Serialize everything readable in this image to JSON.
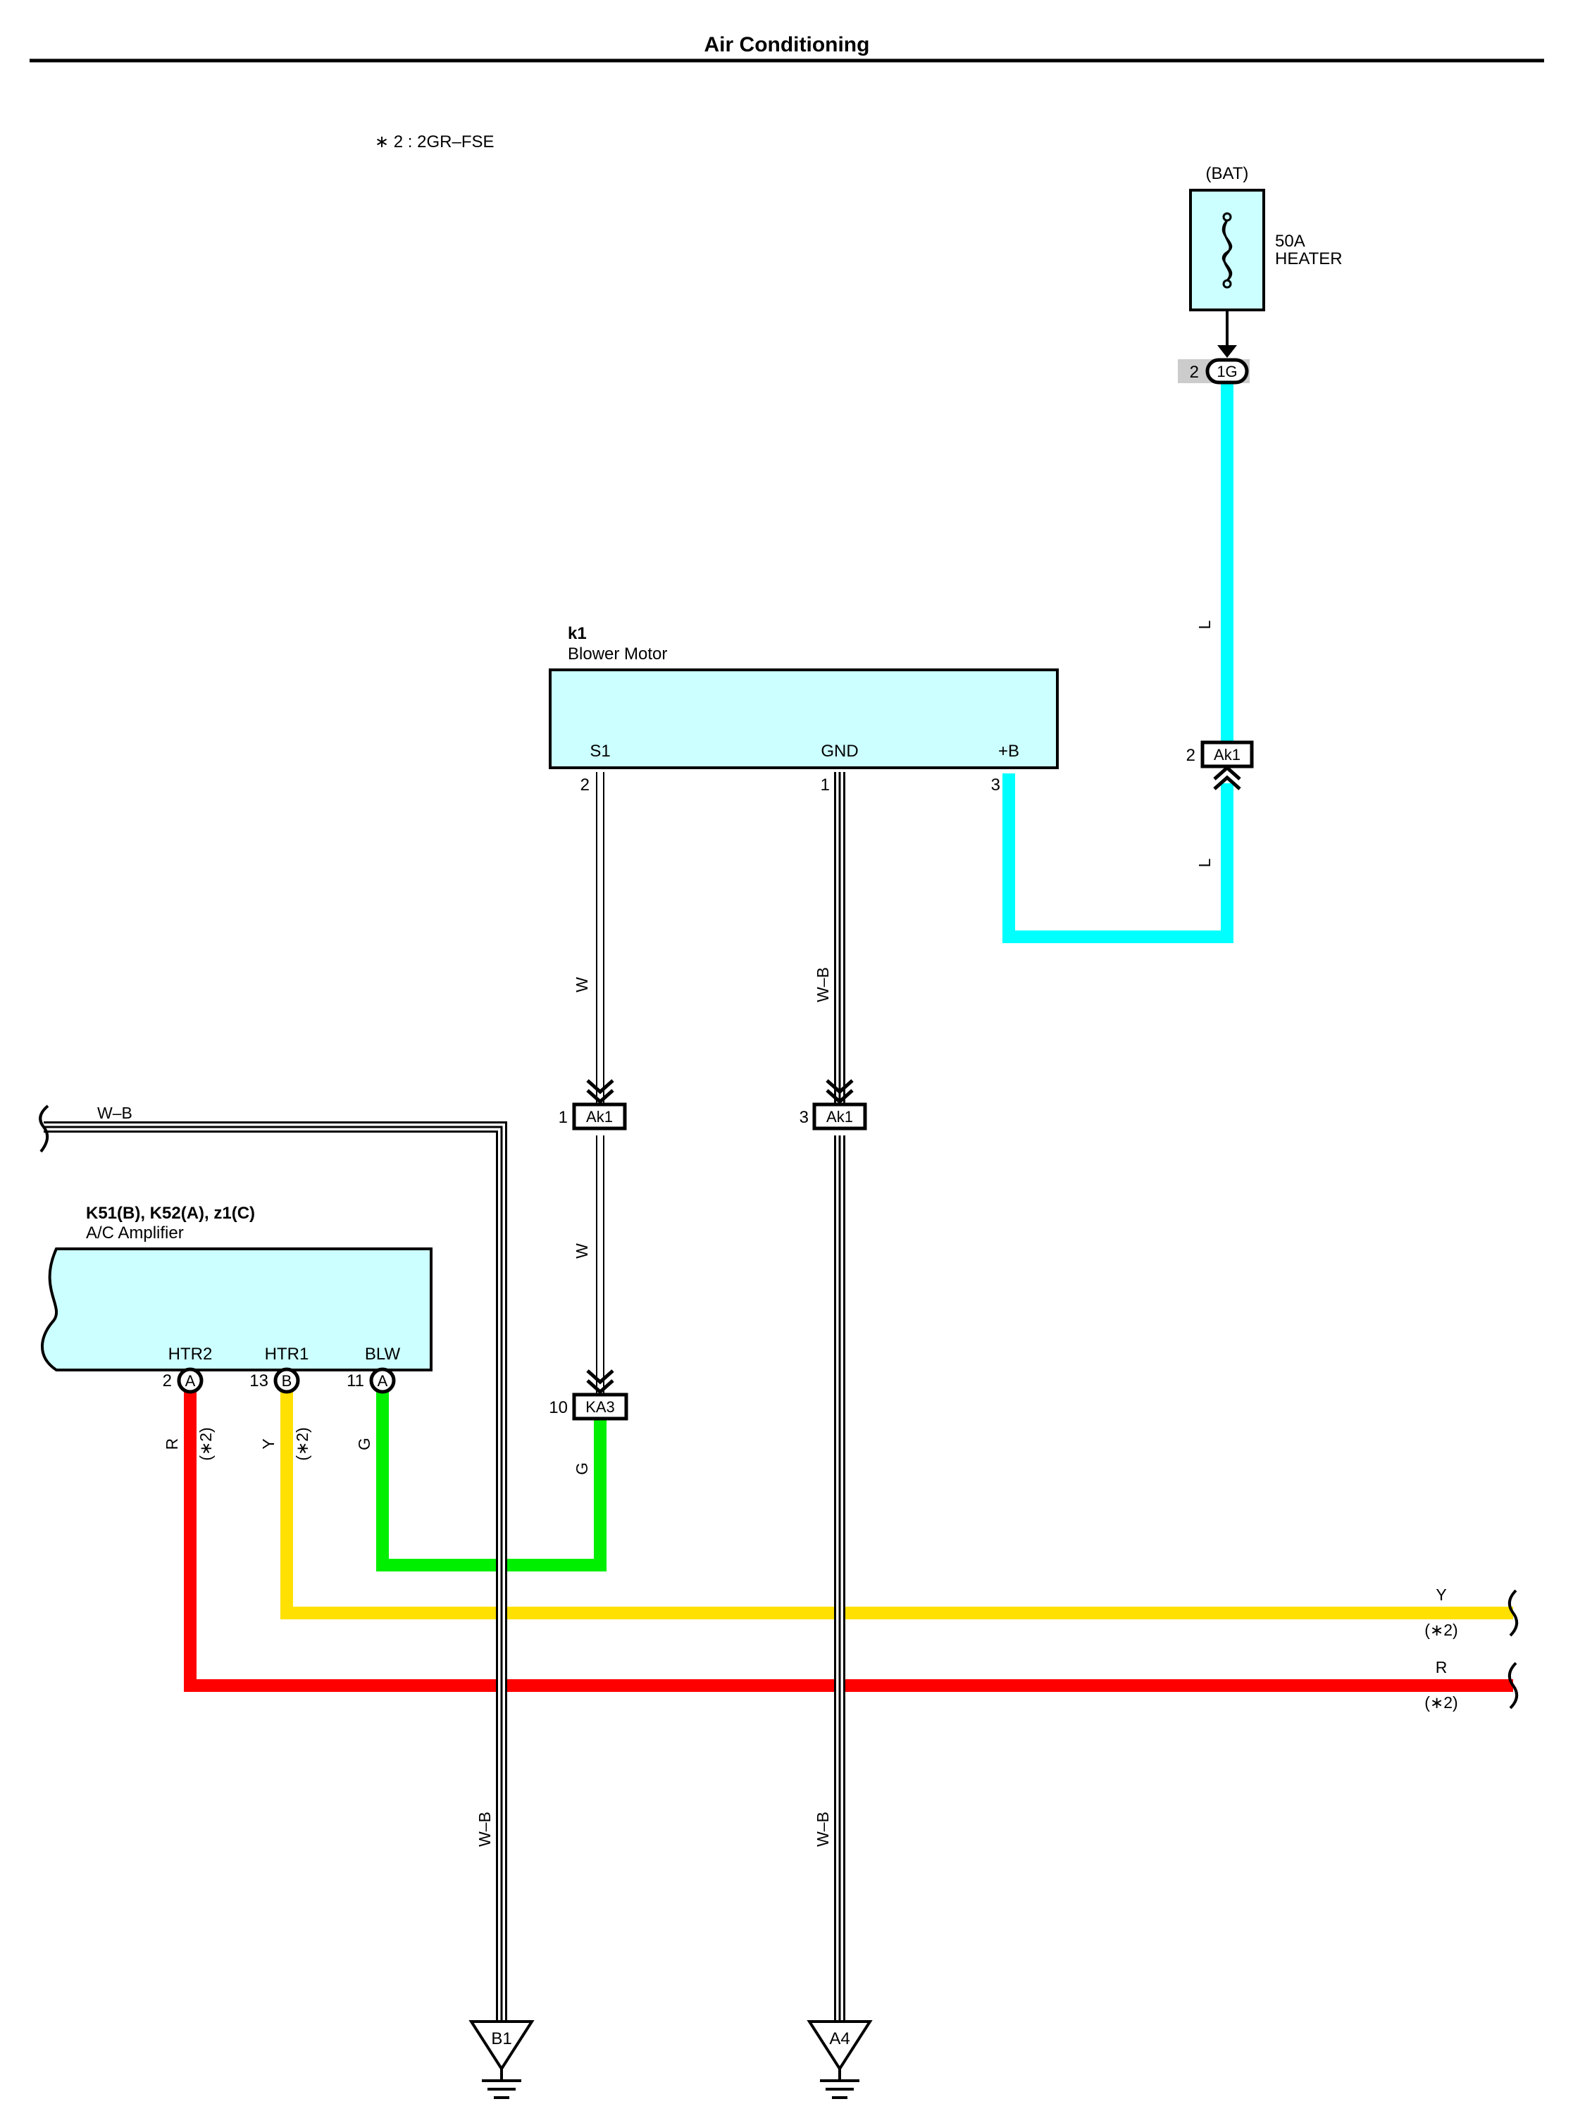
{
  "page": {
    "title": "Air Conditioning",
    "note": "∗ 2 : 2GR–FSE"
  },
  "colors": {
    "light_blue": "#00ffff",
    "red": "#ff0000",
    "yellow": "#ffe000",
    "green": "#00ee00",
    "white_wire": "#ffffff",
    "black_wire": "#000000",
    "component_fill": "#ccffff",
    "splice_gray": "#cccccc"
  },
  "fuse": {
    "supply": "(BAT)",
    "rating": "50A",
    "name": "HEATER",
    "connector_pin": "2",
    "connector": "1G"
  },
  "blower_motor": {
    "code": "k1",
    "name": "Blower Motor",
    "terminals": [
      {
        "name": "S1",
        "pin": "2"
      },
      {
        "name": "GND",
        "pin": "1"
      },
      {
        "name": "+B",
        "pin": "3"
      }
    ]
  },
  "amplifier": {
    "code": "K51(B), K52(A), z1(C)",
    "name": "A/C Amplifier",
    "terminals": [
      {
        "name": "HTR2",
        "pin": "2",
        "connector": "A"
      },
      {
        "name": "HTR1",
        "pin": "13",
        "connector": "B"
      },
      {
        "name": "BLW",
        "pin": "11",
        "connector": "A"
      }
    ]
  },
  "connectors": {
    "ak1_upper": {
      "pin": "2",
      "id": "Ak1"
    },
    "ak1_s1": {
      "pin": "1",
      "id": "Ak1"
    },
    "ak1_gnd": {
      "pin": "3",
      "id": "Ak1"
    },
    "ka3": {
      "pin": "10",
      "id": "KA3"
    }
  },
  "wire_labels": {
    "lb_upper": "L",
    "lb_lower": "L",
    "s1_upper": "W",
    "s1_lower": "W",
    "gnd_upper": "W–B",
    "gnd_lower": "W–B",
    "top_wb": "W–B",
    "b1_wb": "W–B",
    "htr2": "R",
    "htr2_note": "(∗2)",
    "htr1": "Y",
    "htr1_note": "(∗2)",
    "blw": "G",
    "ka3_g": "G",
    "y_right": "Y",
    "y_right_note": "(∗2)",
    "r_right": "R",
    "r_right_note": "(∗2)"
  },
  "grounds": {
    "left": "B1",
    "right": "A4"
  }
}
